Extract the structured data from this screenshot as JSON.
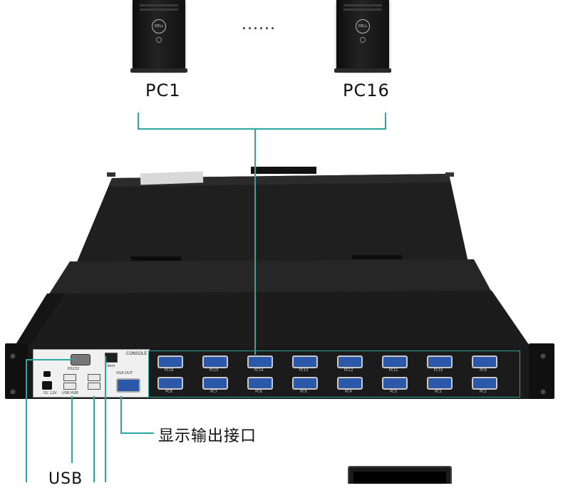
{
  "pcs": [
    {
      "label": "PC1"
    },
    {
      "label": "PC16"
    }
  ],
  "ellipsis": "......",
  "tower_logo": "DELL",
  "kvm": {
    "console_label": "CONSOLE",
    "rs232_label": "RS232",
    "dc_label": "DC 12V",
    "usb_hub_label": "USB HUB",
    "lan_label": "Client",
    "vga_out_label": "VGA OUT",
    "ports_top": [
      "PC16",
      "PC15",
      "PC14",
      "PC13",
      "PC12",
      "PC11",
      "PC10",
      "PC9"
    ],
    "ports_bottom": [
      "PC8",
      "PC7",
      "PC6",
      "PC5",
      "PC4",
      "PC3",
      "PC2",
      "PC1"
    ]
  },
  "callouts": {
    "display_output": "显示输出接口",
    "usb": "USB"
  },
  "colors": {
    "connector_line": "#2aa7a3",
    "unit_body": "#1e1e1e",
    "vga_port": "#2b58a8"
  }
}
